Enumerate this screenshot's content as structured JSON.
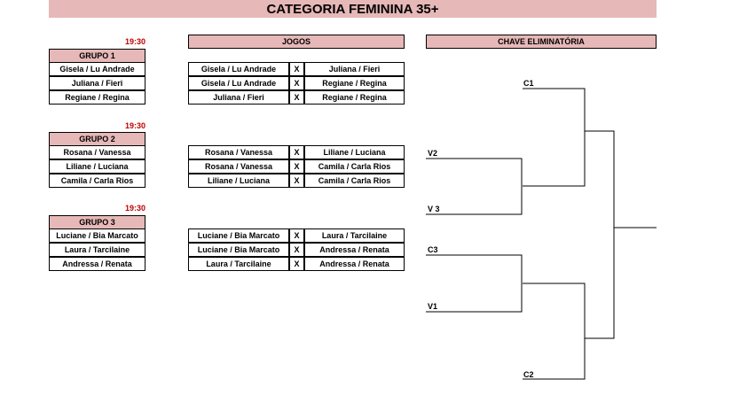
{
  "title": "CATEGORIA FEMININA 35+",
  "headers": {
    "jogos": "JOGOS",
    "chave": "CHAVE ELIMINATÓRIA"
  },
  "groups": [
    {
      "time": "19:30",
      "name": "GRUPO 1",
      "pairs": [
        "Gisela / Lu Andrade",
        "Juliana / Fieri",
        "Regiane / Regina"
      ]
    },
    {
      "time": "19:30",
      "name": "GRUPO 2",
      "pairs": [
        "Rosana / Vanessa",
        "Liliane / Luciana",
        "Camila / Carla Rios"
      ]
    },
    {
      "time": "19:30",
      "name": "GRUPO 3",
      "pairs": [
        "Luciane / Bia Marcato",
        "Laura / Tarcilaine",
        "Andressa / Renata"
      ]
    }
  ],
  "games": [
    [
      {
        "a": "Gisela / Lu Andrade",
        "x": "X",
        "b": "Juliana / Fieri"
      },
      {
        "a": "Gisela / Lu Andrade",
        "x": "X",
        "b": "Regiane / Regina"
      },
      {
        "a": "Juliana / Fieri",
        "x": "X",
        "b": "Regiane / Regina"
      }
    ],
    [
      {
        "a": "Rosana / Vanessa",
        "x": "X",
        "b": "Liliane / Luciana"
      },
      {
        "a": "Rosana / Vanessa",
        "x": "X",
        "b": "Camila / Carla Rios"
      },
      {
        "a": "Liliane / Luciana",
        "x": "X",
        "b": "Camila / Carla Rios"
      }
    ],
    [
      {
        "a": "Luciane / Bia Marcato",
        "x": "X",
        "b": "Laura / Tarcilaine"
      },
      {
        "a": "Luciane / Bia Marcato",
        "x": "X",
        "b": "Andressa / Renata"
      },
      {
        "a": "Laura / Tarcilaine",
        "x": "X",
        "b": "Andressa / Renata"
      }
    ]
  ],
  "bracket": {
    "c1": "C1",
    "v2": "V2",
    "v3": "V 3",
    "c3": "C3",
    "v1": "V1",
    "c2": "C2"
  }
}
